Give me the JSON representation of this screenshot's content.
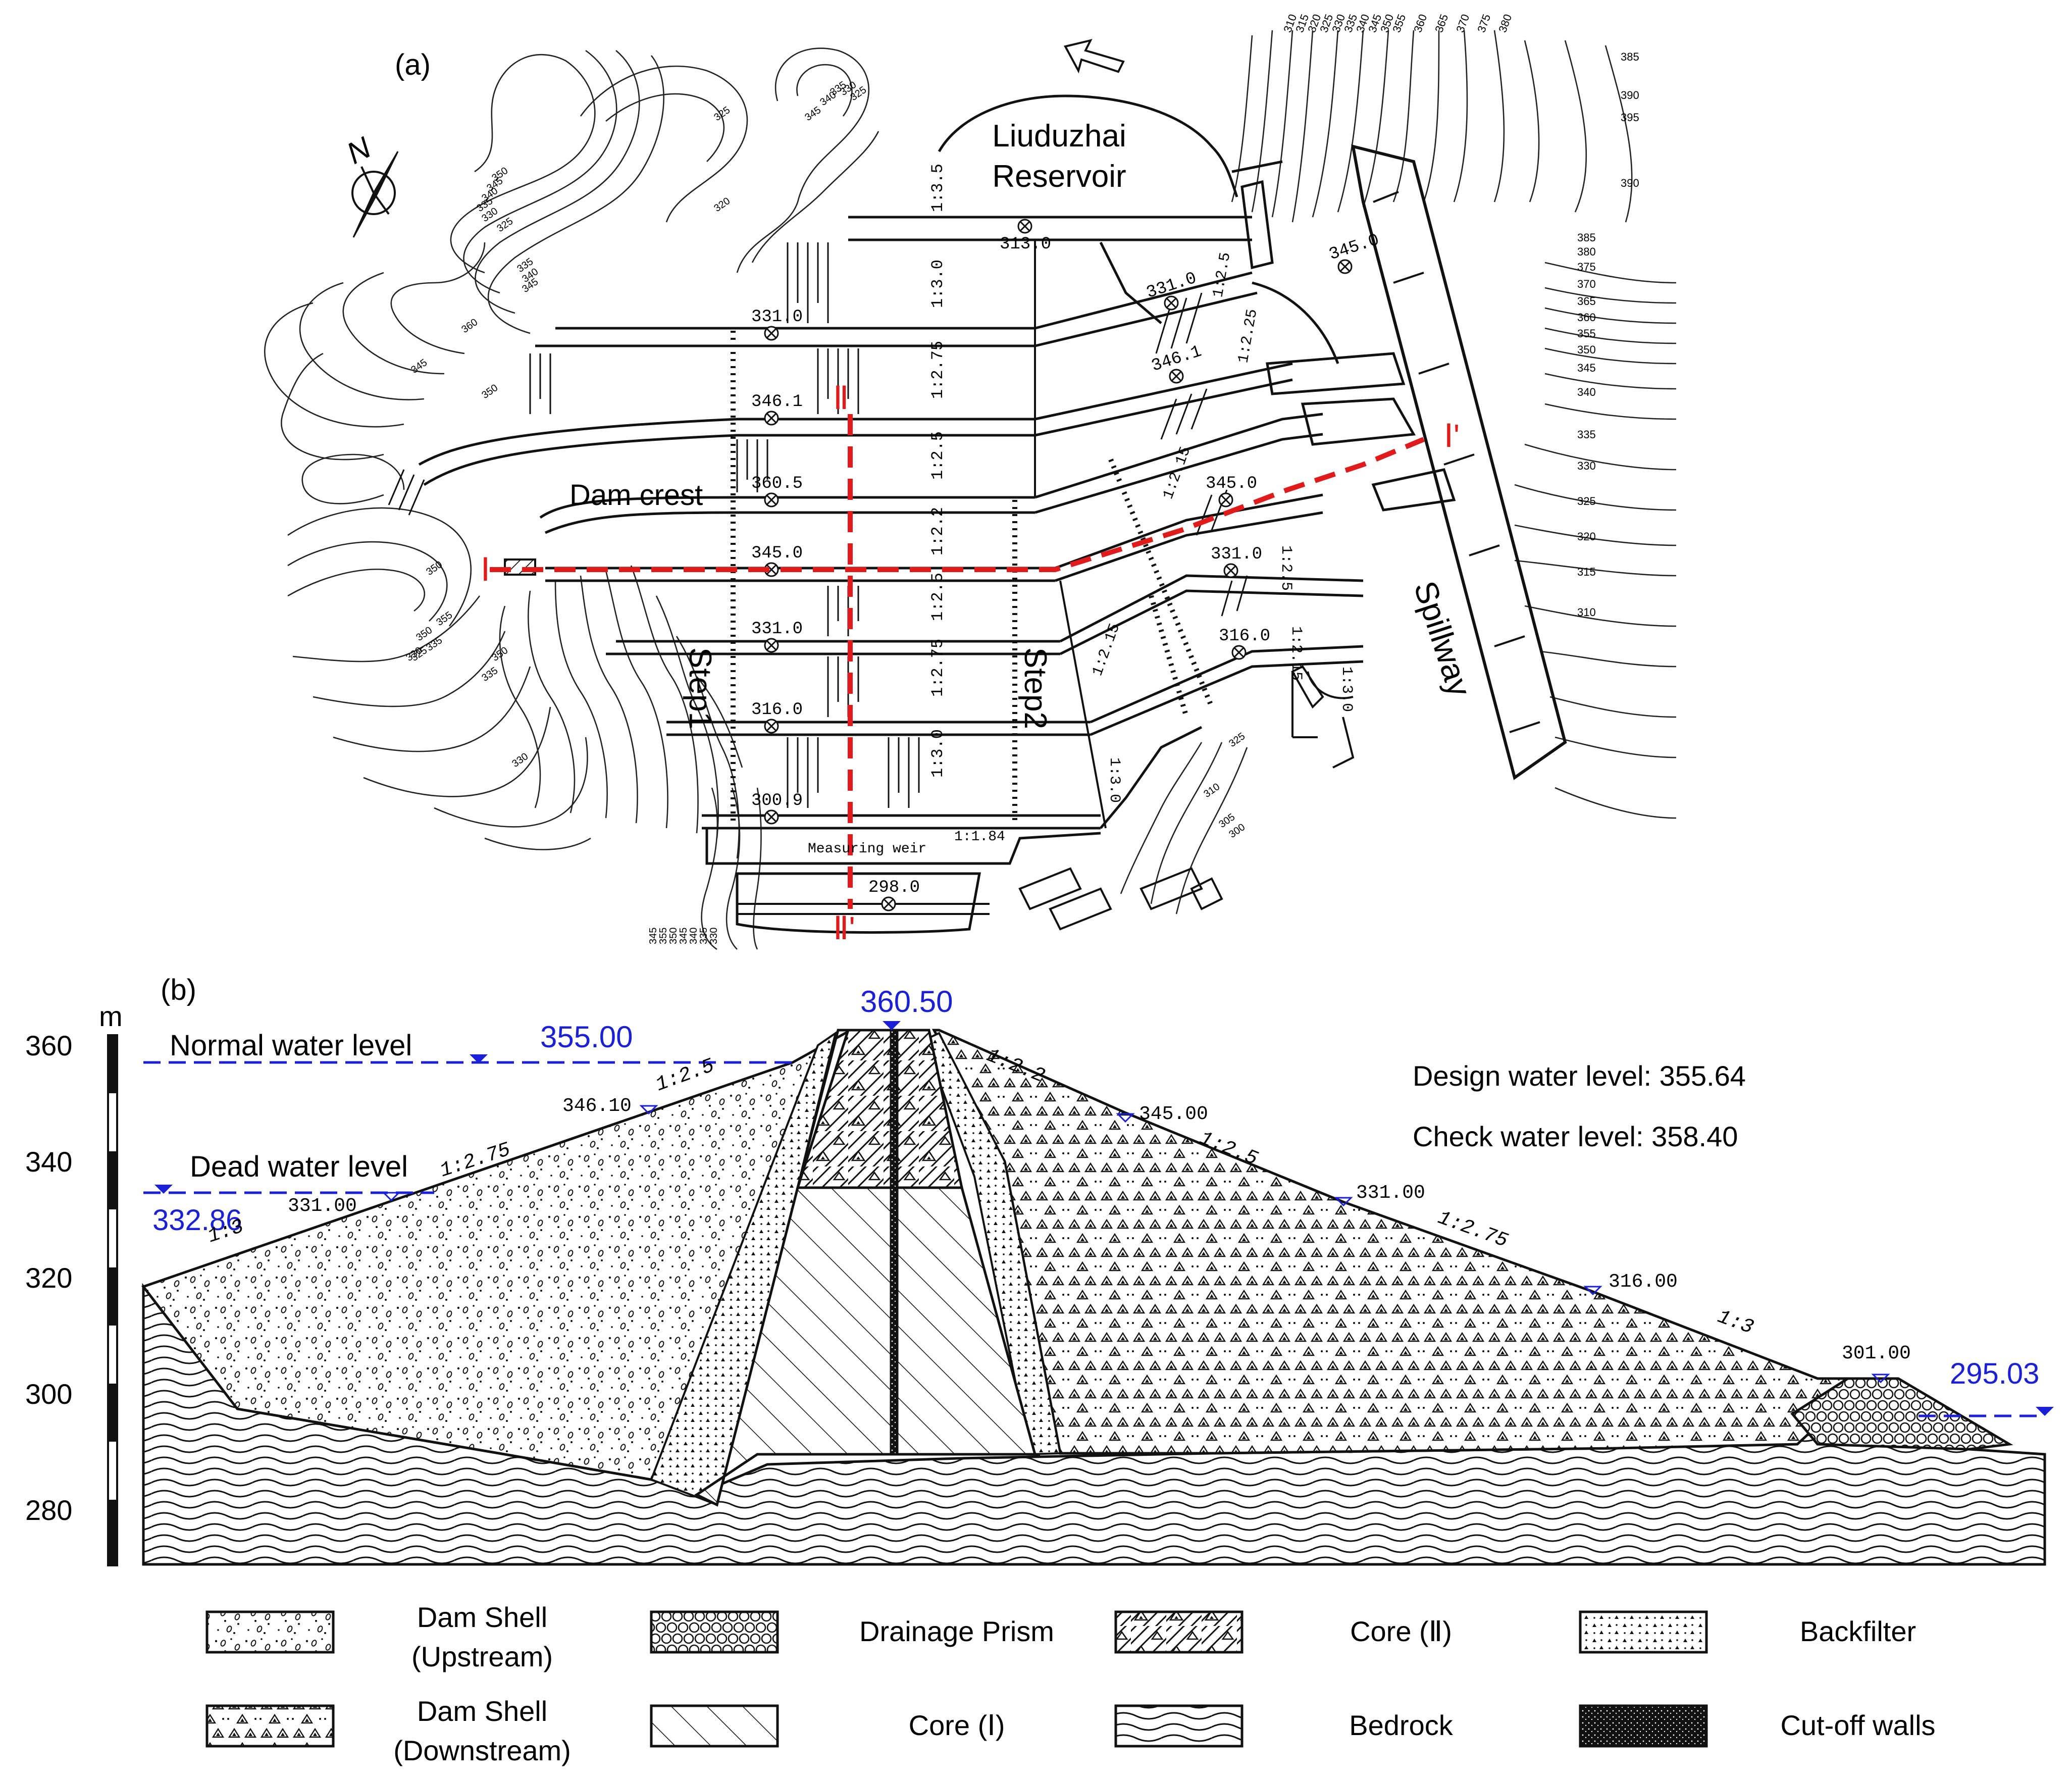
{
  "panel_a": {
    "label": "(a)",
    "reservoir_line1": "Liuduzhai",
    "reservoir_line2": "Reservoir",
    "dam_crest_label": "Dam crest",
    "step1_label": "Step1",
    "step2_label": "Step2",
    "spillway_label": "Spillway",
    "north_label": "N",
    "measuring_weir_label": "Measuring weir",
    "weir_slope": "1:1.84",
    "section_I_start": "Ⅰ",
    "section_I_end": "Ⅰ'",
    "section_II_start": "Ⅱ",
    "section_II_end": "Ⅱ'",
    "elevations": [
      "313.0",
      "331.0",
      "346.1",
      "360.5",
      "345.0",
      "331.0",
      "316.0",
      "300.9",
      "298.0",
      "331.0",
      "346.1",
      "345.0",
      "331.0",
      "316.0",
      "345.0"
    ],
    "slopes_center": [
      "1:3.5",
      "1:3.0",
      "1:2.75",
      "1:2.5",
      "1:2.2",
      "1:2.5",
      "1:2.75",
      "1:3.0"
    ],
    "slopes_right": [
      "1:2.5",
      "1:2.25",
      "1:2.15",
      "1:2.5",
      "1:2.15",
      "1:2.15",
      "1:3.0",
      "1:3.0"
    ],
    "contours_top_right": [
      "310",
      "315",
      "320",
      "325",
      "330",
      "335",
      "340",
      "345",
      "350",
      "355",
      "360",
      "365",
      "370",
      "375",
      "380"
    ],
    "contours_right": [
      "385",
      "390",
      "395",
      "390",
      "385",
      "380",
      "375",
      "370",
      "365",
      "360",
      "355",
      "350",
      "345",
      "340",
      "335",
      "330",
      "325",
      "320",
      "315",
      "310"
    ],
    "contours_left": [
      "325",
      "345",
      "340",
      "335",
      "330",
      "325",
      "320",
      "350",
      "345",
      "340",
      "335",
      "330",
      "325",
      "335",
      "340",
      "345",
      "360",
      "350",
      "345",
      "350",
      "355",
      "350",
      "335",
      "330",
      "325",
      "350",
      "335",
      "330",
      "345",
      "355",
      "350",
      "345",
      "340",
      "335",
      "330",
      "325",
      "310",
      "305",
      "300"
    ]
  },
  "panel_b": {
    "label": "(b)",
    "axis_unit": "m",
    "axis_ticks": [
      "360",
      "340",
      "320",
      "300",
      "280"
    ],
    "normal_water_level_label": "Normal water level",
    "normal_water_level_value": "355.00",
    "dead_water_level_label": "Dead water level",
    "dead_water_level_value": "332.86",
    "crest_value": "360.50",
    "tailwater_value": "295.03",
    "design_water_level": "Design water level: 355.64",
    "check_water_level": "Check water level: 358.40",
    "berm_upstream_1": "346.10",
    "berm_upstream_2": "331.00",
    "berm_downstream_1": "345.00",
    "berm_downstream_2": "331.00",
    "berm_downstream_3": "316.00",
    "berm_downstream_4": "301.00",
    "slope_up_1": "1:2.5",
    "slope_up_2": "1:2.75",
    "slope_up_3": "1:3",
    "slope_down_1": "1:2.2",
    "slope_down_2": "1:2.5",
    "slope_down_3": "1:2.75",
    "slope_down_4": "1:3"
  },
  "legend": [
    {
      "line1": "Dam Shell",
      "line2": "(Upstream)",
      "pattern": "shell-up"
    },
    {
      "line1": "Drainage Prism",
      "line2": "",
      "pattern": "prism"
    },
    {
      "line1": "Core (Ⅱ)",
      "line2": "",
      "pattern": "core2"
    },
    {
      "line1": "Backfilter",
      "line2": "",
      "pattern": "backfilter"
    },
    {
      "line1": "Dam Shell",
      "line2": "(Downstream)",
      "pattern": "shell-down"
    },
    {
      "line1": "Core (Ⅰ)",
      "line2": "",
      "pattern": "core1"
    },
    {
      "line1": "Bedrock",
      "line2": "",
      "pattern": "bedrock"
    },
    {
      "line1": "Cut-off walls",
      "line2": "",
      "pattern": "cutoff"
    }
  ],
  "colors": {
    "section_line": "#e11b1b",
    "water_level": "#1a20d8",
    "ink": "#111111"
  }
}
